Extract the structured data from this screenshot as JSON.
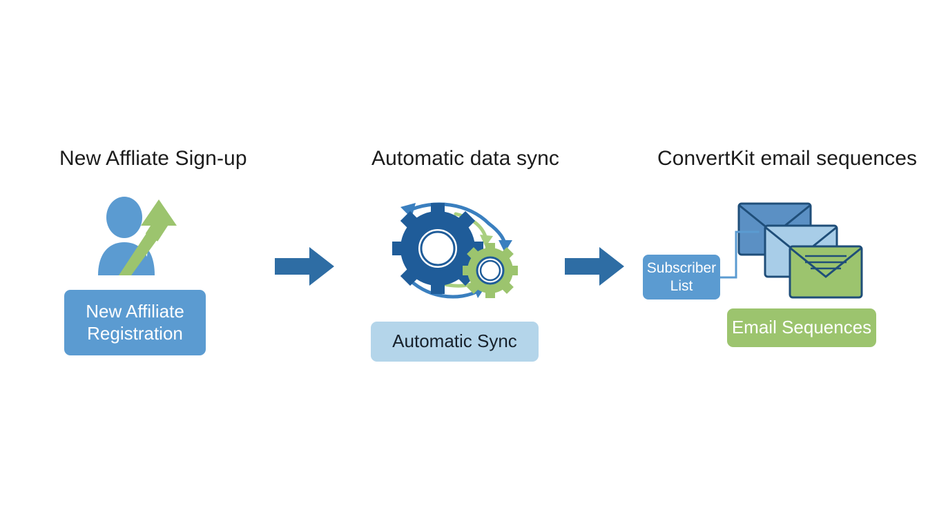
{
  "diagram": {
    "background_color": "#FFFFFF",
    "palette": {
      "blue_primary": "#5B9BD1",
      "blue_light": "#B4D5EA",
      "blue_dark": "#1F5C99",
      "blue_arrow": "#2E6DA4",
      "green": "#9CC46E",
      "green_arc": "#A9CF7F",
      "text_dark": "#1C1C1C",
      "text_light": "#FFFFFF"
    },
    "stages": [
      {
        "id": "stage-signup",
        "title": "New Affliate Sign-up",
        "icon": "person-growth-arrow-icon",
        "box_label": "New Affiliate\nRegistration",
        "box_line_1": "New Affiliate",
        "box_line_2": "Registration",
        "box_color": "#5B9BD1",
        "box_text_color": "#FFFFFF"
      },
      {
        "id": "stage-sync",
        "title": "Automatic data sync",
        "icon": "gears-sync-icon",
        "box_label": "Automatic Sync",
        "box_color": "#B4D5EA",
        "box_text_color": "#17212B"
      },
      {
        "id": "stage-email",
        "title": "ConvertKit email sequences",
        "icon": "envelope-stack-icon",
        "sub_box_label": "Subscriber\nList",
        "sub_box_line_1": "Subscriber",
        "sub_box_line_2": "List",
        "sub_box_color": "#5B9BD1",
        "box_label": "Email Sequences",
        "box_color": "#9CC46E",
        "box_text_color": "#FFFFFF"
      }
    ],
    "connectors": [
      {
        "id": "flow-arrow-1",
        "type": "block-arrow-right",
        "color": "#2E6DA4",
        "from": "stage-signup",
        "to": "stage-sync"
      },
      {
        "id": "flow-arrow-2",
        "type": "block-arrow-right",
        "color": "#2E6DA4",
        "from": "stage-sync",
        "to": "stage-email"
      },
      {
        "id": "subscriber-to-envelopes",
        "type": "elbow-line",
        "color": "#5B9BD1",
        "from": "box-subscriber",
        "to": "envelope-stack"
      }
    ]
  }
}
